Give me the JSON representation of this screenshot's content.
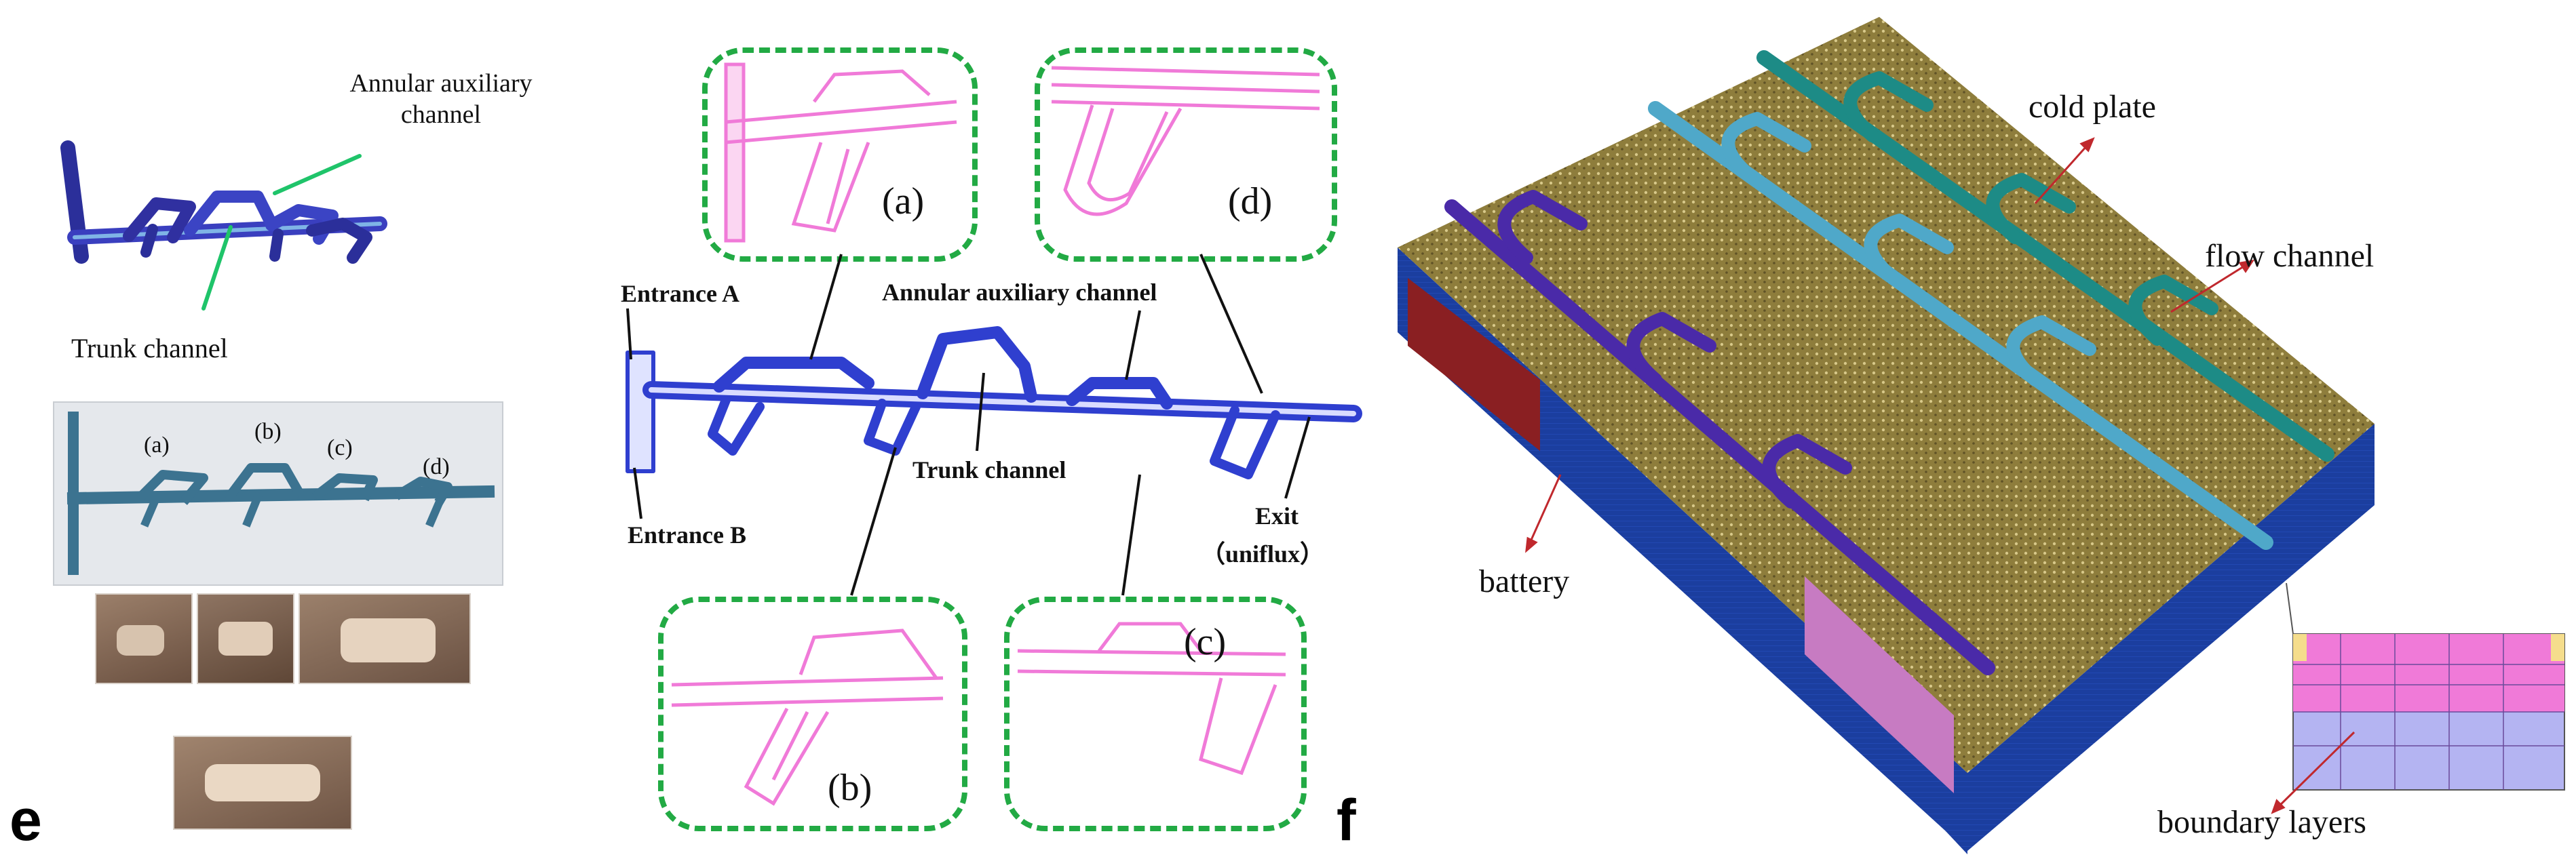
{
  "panel_e": {
    "panel_letter": "e",
    "annular_label": "Annular auxiliary channel",
    "trunk_label": "Trunk channel",
    "sub_labels": [
      "(a)",
      "(b)",
      "(c)",
      "(d)"
    ]
  },
  "panel_middle": {
    "entrance_a": "Entrance A",
    "entrance_b": "Entrance B",
    "annular_label": "Annular auxiliary channel",
    "trunk_label": "Trunk channel",
    "exit_label": "Exit",
    "exit_sub": "（uniflux）",
    "insets": {
      "a": "(a)",
      "b": "(b)",
      "c": "(c)",
      "d": "(d)"
    }
  },
  "panel_f": {
    "panel_letter": "f",
    "cold_plate": "cold plate",
    "flow_channel": "flow channel",
    "battery": "battery",
    "boundary_layers": "boundary layers"
  },
  "colors": {
    "channel_blue": "#2f3fcf",
    "teal": "#2f6f86",
    "pink": "#f07ad8",
    "dash_green": "#22aa44",
    "mesh_gold": "#8e7d3c",
    "battery_blue": "#1b3e9f",
    "teal_channel": "#1d8b86",
    "purple_channel": "#4a2aa8",
    "light_blue_channel": "#4fa8c9",
    "arrow_red": "#c0282d"
  }
}
